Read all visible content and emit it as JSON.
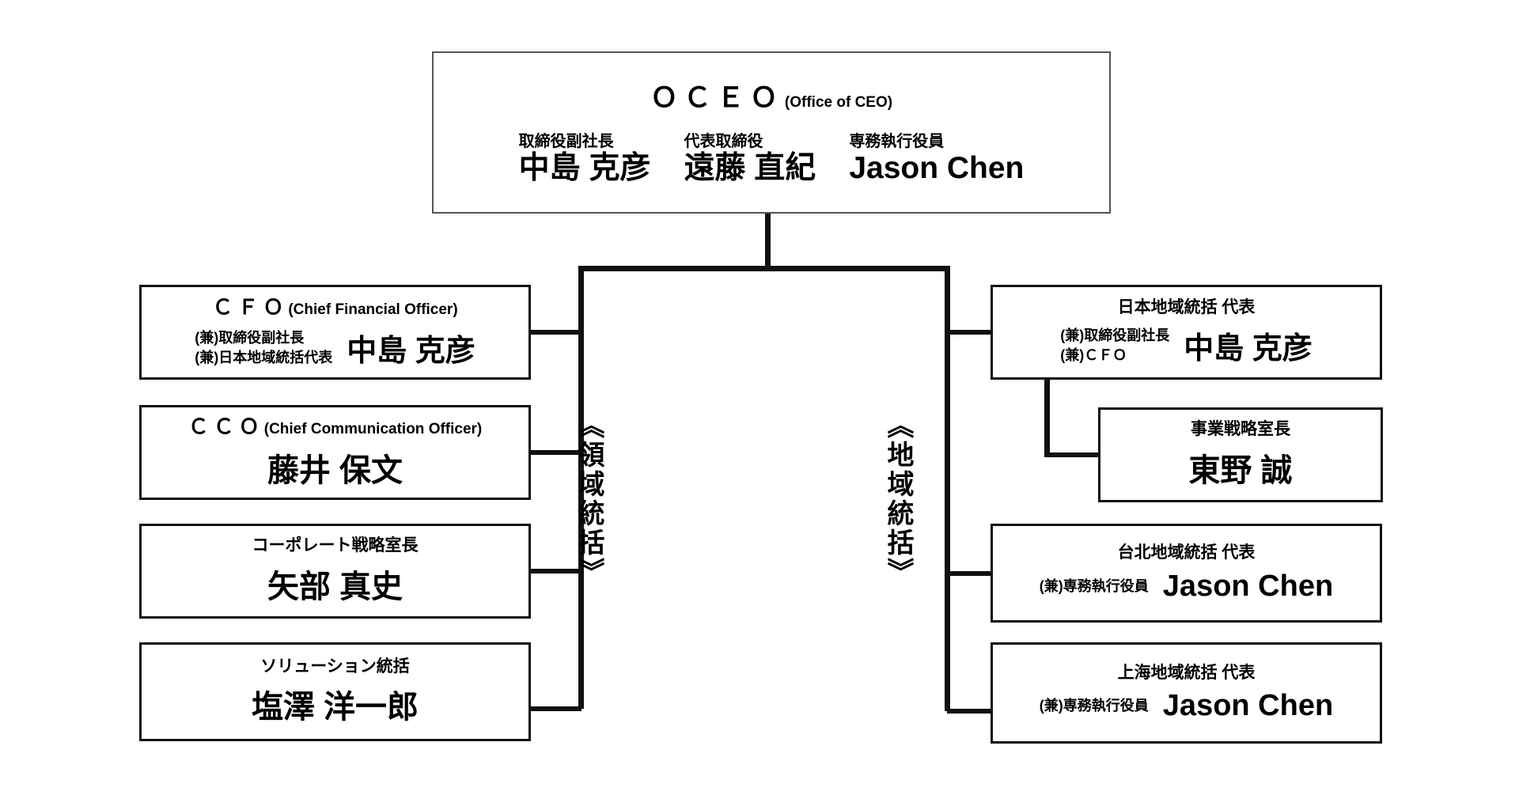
{
  "diagram": {
    "type": "organization-chart",
    "background_color": "#ffffff",
    "line_color": "#111111",
    "text_color": "#000000"
  },
  "oceo": {
    "abbr": "ＯＣＥＯ",
    "expansion": "(Office of CEO)",
    "members": [
      {
        "role": "取締役副社長",
        "name": "中島 克彦"
      },
      {
        "role": "代表取締役",
        "name": "遠藤 直紀"
      },
      {
        "role": "専務執行役員",
        "name": "Jason Chen"
      }
    ]
  },
  "groups": {
    "domain_label": "《領域統括》",
    "region_label": "《地域統括》"
  },
  "domain_units": [
    {
      "abbr": "ＣＦＯ",
      "expansion": "(Chief Financial Officer)",
      "concurrent": [
        "(兼)取締役副社長",
        "(兼)日本地域統括代表"
      ],
      "name": "中島 克彦"
    },
    {
      "abbr": "ＣＣＯ",
      "expansion": "(Chief Communication Officer)",
      "concurrent": [],
      "name": "藤井 保文"
    },
    {
      "abbr": "",
      "expansion": "",
      "title": "コーポレート戦略室長",
      "concurrent": [],
      "name": "矢部 真史"
    },
    {
      "abbr": "",
      "expansion": "",
      "title": "ソリューション統括",
      "concurrent": [],
      "name": "塩澤 洋一郎"
    }
  ],
  "region_units": [
    {
      "title": "日本地域統括 代表",
      "concurrent": [
        "(兼)取締役副社長",
        "(兼)ＣＦＯ"
      ],
      "name": "中島 克彦"
    },
    {
      "title": "事業戦略室長",
      "concurrent": [],
      "name": "東野 誠"
    },
    {
      "title": "台北地域統括 代表",
      "concurrent": [
        "(兼)専務執行役員"
      ],
      "name": "Jason Chen"
    },
    {
      "title": "上海地域統括 代表",
      "concurrent": [
        "(兼)専務執行役員"
      ],
      "name": "Jason Chen"
    }
  ]
}
